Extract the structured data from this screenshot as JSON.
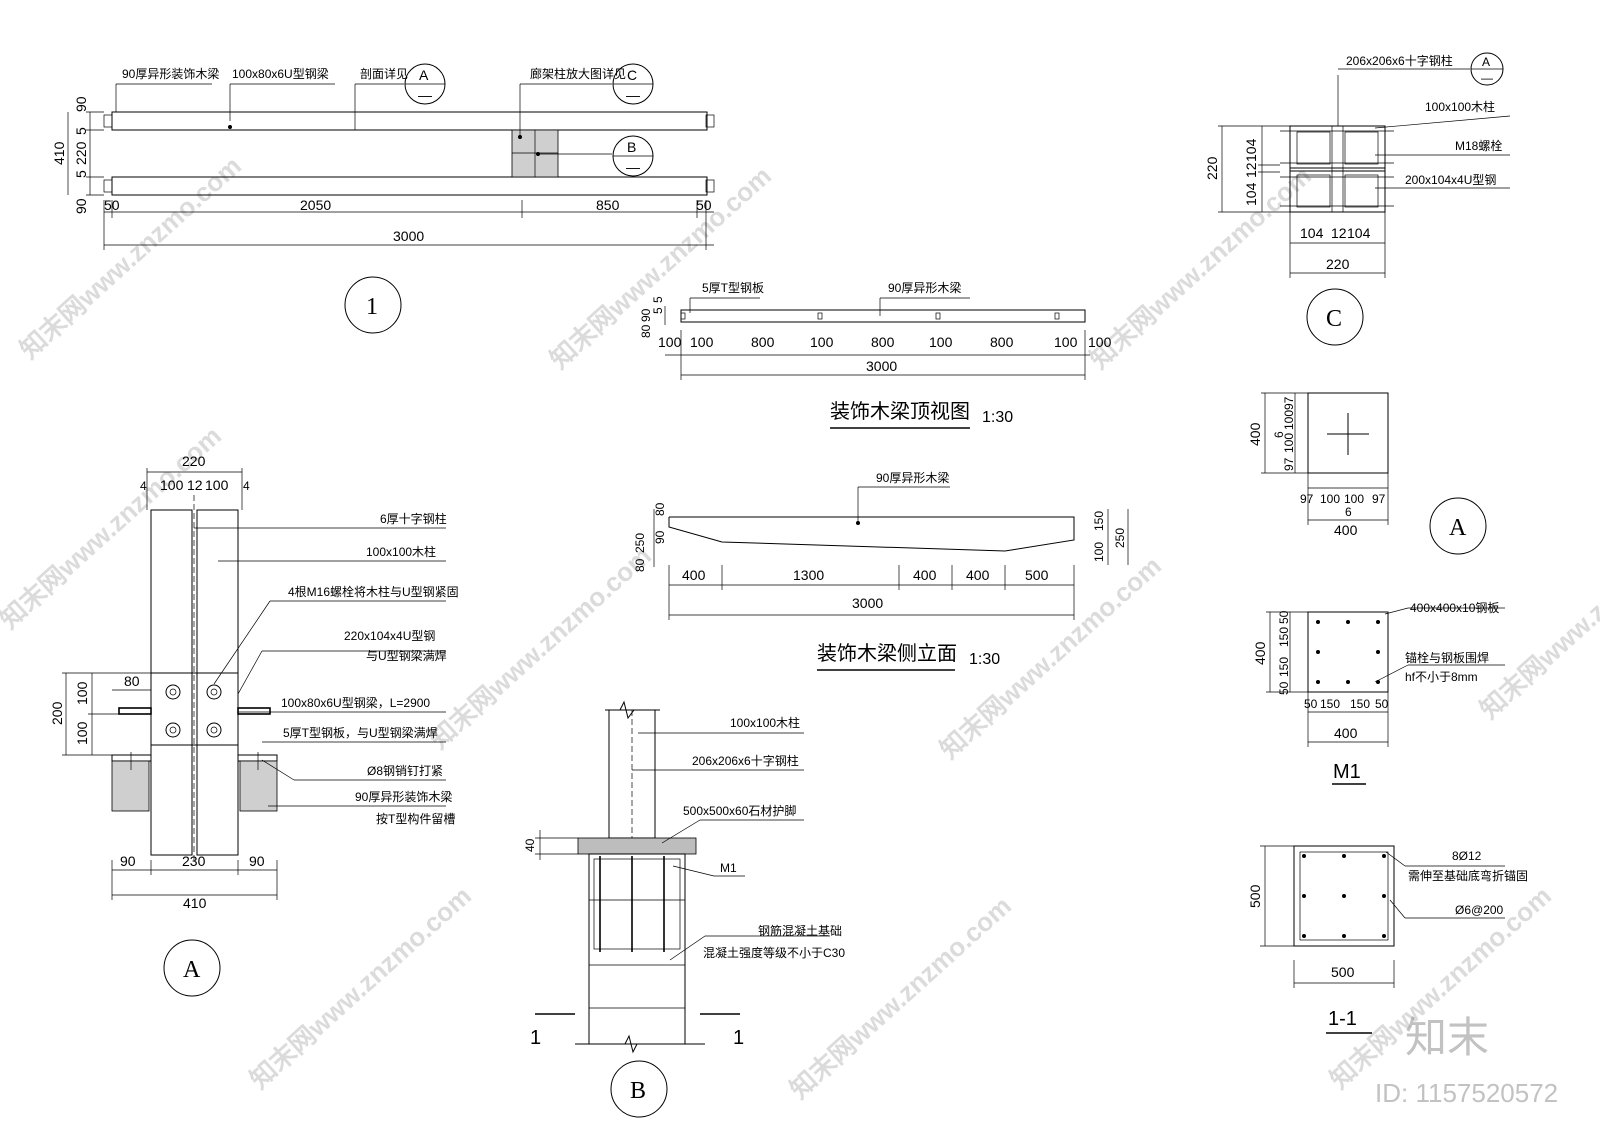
{
  "drawing_1": {
    "mark": "1",
    "label_wood_beam": "90厚异形装饰木梁",
    "label_steel_beam": "100x80x6U型钢梁",
    "label_section_ref": "剖面详见",
    "label_column_ref": "廊架柱放大图详见",
    "ref_a": "A",
    "ref_b": "B",
    "ref_c": "C",
    "ref_dash": "—",
    "dims_left": [
      "90",
      "5",
      "220",
      "5",
      "90"
    ],
    "dim_total_h": "410",
    "dims_bottom": [
      "50",
      "2050",
      "850",
      "50"
    ],
    "dim_total_w": "3000"
  },
  "top_view": {
    "title": "装饰木梁顶视图",
    "scale": "1:30",
    "label_plate": "5厚T型钢板",
    "label_beam": "90厚异形木梁",
    "dims_left": [
      "90",
      "5",
      "80",
      "5"
    ],
    "dims_bottom": [
      "100",
      "100",
      "800",
      "100",
      "800",
      "100",
      "800",
      "100",
      "100"
    ],
    "dim_total": "3000"
  },
  "side_view": {
    "title": "装饰木梁侧立面",
    "scale": "1:30",
    "label_beam": "90厚异形木梁",
    "dims_left": [
      "250",
      "80",
      "90",
      "80"
    ],
    "dims_right": [
      "150",
      "100",
      "250"
    ],
    "dims_bottom": [
      "400",
      "1300",
      "400",
      "400",
      "500"
    ],
    "dim_total": "3000"
  },
  "detail_c": {
    "mark": "C",
    "label_cross_col": "206x206x6十字钢柱",
    "ref_a": "A",
    "ref_dash": "—",
    "label_wood_col": "100x100木柱",
    "label_bolt": "M18螺栓",
    "label_u_steel": "200x104x4U型钢",
    "dims_left": [
      "104",
      "12",
      "104"
    ],
    "dim_total_h": "220",
    "dims_bottom": [
      "104",
      "12",
      "104"
    ],
    "dim_total_w": "220"
  },
  "detail_a_small": {
    "mark": "A",
    "dims_right": [
      "97",
      "100",
      "100",
      "97"
    ],
    "dim_mid_right": "6",
    "dim_total_h": "400",
    "dims_bottom": [
      "97",
      "100",
      "100",
      "97"
    ],
    "dim_mid_bottom": "6",
    "dim_total_w": "400"
  },
  "m1": {
    "mark": "M1",
    "label_plate": "400x400x10钢板",
    "label_weld": "锚栓与钢板围焊",
    "label_hf": "hf不小于8mm",
    "dims_left": [
      "50",
      "150",
      "150",
      "50"
    ],
    "dim_total_h": "400",
    "dims_bottom": [
      "50",
      "150",
      "150",
      "50"
    ],
    "dim_total_w": "400"
  },
  "section_11": {
    "mark": "1-1",
    "label_rebar": "8Ø12",
    "label_anchor": "需伸至基础底弯折锚固",
    "label_stirrup": "Ø6@200",
    "dim_h": "500",
    "dim_w": "500"
  },
  "detail_a_large": {
    "mark": "A",
    "dims_top": [
      "4",
      "100",
      "12",
      "100",
      "4"
    ],
    "dim_top_total": "220",
    "dims_left": [
      "100",
      "100"
    ],
    "dim_left_total": "200",
    "dim_80": "80",
    "dims_bottom": [
      "90",
      "230",
      "90"
    ],
    "dim_bottom_total": "410",
    "notes": [
      "6厚十字钢柱",
      "100x100木柱",
      "4根M16螺栓将木柱与U型钢紧固",
      "220x104x4U型钢",
      "与U型钢梁满焊",
      "100x80x6U型钢梁，L=2900",
      "5厚T型钢板，与U型钢梁满焊",
      "Ø8钢销钉打紧",
      "90厚异形装饰木梁",
      "按T型构件留槽"
    ]
  },
  "detail_b": {
    "mark": "B",
    "label_wood_col": "100x100木柱",
    "label_cross_col": "206x206x6十字钢柱",
    "label_stone": "500x500x60石材护脚",
    "label_m1": "M1",
    "label_foundation": "钢筋混凝土基础",
    "label_concrete": "混凝土强度等级不小于C30",
    "dim_40": "40",
    "cut_label_left": "1",
    "cut_label_right": "1"
  },
  "watermark": {
    "site": "知末网www.znzmo.com",
    "logo": "知末",
    "id_text": "ID: 1157520572"
  }
}
